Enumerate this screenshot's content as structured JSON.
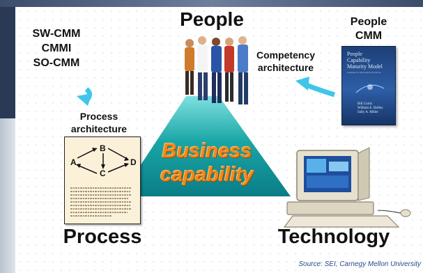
{
  "top_left_labels": [
    "SW-CMM",
    "CMMI",
    "SO-CMM"
  ],
  "people": {
    "title": "People"
  },
  "competency": {
    "line1": "Competency",
    "line2": "architecture"
  },
  "people_cmm": {
    "line1": "People",
    "line2": "CMM"
  },
  "book": {
    "title_lines": [
      "People",
      "Capability",
      "Maturity Model"
    ],
    "subtitle": "Guidelines for Improving the Workforce",
    "authors": [
      "Bill Curtis",
      "William E. Hefley",
      "Sally A. Miller"
    ]
  },
  "process_arch": {
    "line1": "Process",
    "line2": "architecture"
  },
  "process_diagram": {
    "nodes": [
      "A",
      "B",
      "C",
      "D"
    ]
  },
  "business": {
    "line1": "Business",
    "line2": "capability"
  },
  "process": {
    "title": "Process"
  },
  "technology": {
    "title": "Technology"
  },
  "source": {
    "text": "Source: SEI, Carnegy Mellon University"
  },
  "colors": {
    "triangle": "#1aa6a6",
    "business_text": "#f08a1c",
    "arrow": "#3fc6e8"
  }
}
